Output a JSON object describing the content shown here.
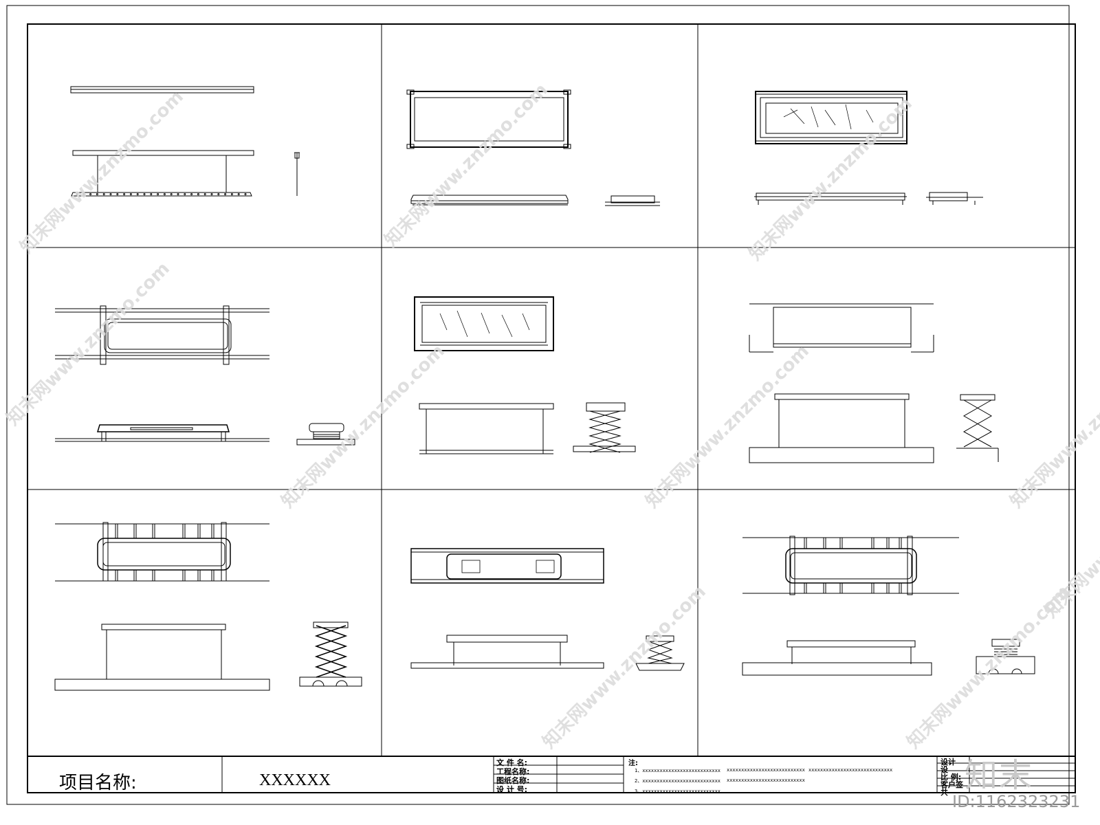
{
  "title_block": {
    "project_label": "项目名称:",
    "project_value": "XXXXXX",
    "fields": [
      "文 件 名:",
      "工程名称:",
      "图纸名称:",
      "设 计 号:"
    ],
    "right_fields": [
      "设计",
      "设",
      "比 例:",
      "客户签",
      "共"
    ],
    "notes_heading": "注:",
    "notes": [
      "1、xxxxxxxxxxxxxxxxxxxxxxxxxxx",
      "xxxxxxxxxxxxxxxxxxxxxxxxxxx",
      "xxxxxxxxxxxxxxxxxxxxxxxxxxxxx",
      "2、xxxxxxxxxxxxxxxxxxxxxxxxxxx",
      "xxxxxxxxxxxxxxxxxxxxxxxxxxx",
      "3、xxxxxxxxxxxxxxxxxxxxxxxxxxx"
    ]
  },
  "watermark": {
    "text": "知末网www.znzmo.com",
    "logo": "知末",
    "id": "ID:1162323231",
    "color": "#dcdcdc"
  }
}
